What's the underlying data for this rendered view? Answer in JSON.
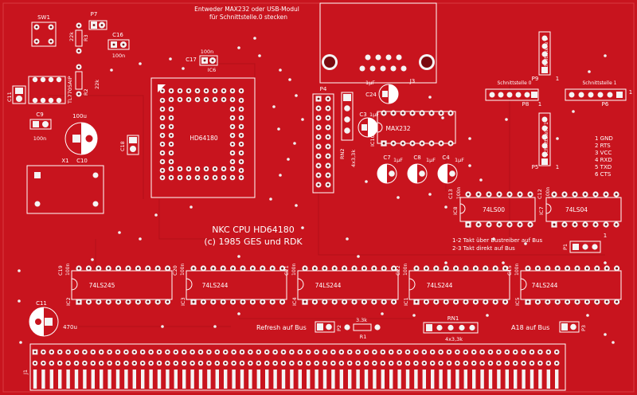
{
  "board": {
    "title_line1": "NKC CPU HD64180",
    "title_line2": "(c) 1985 GES und RDK",
    "note_top_line1": "Entweder MAX232 oder USB-Modul",
    "note_top_line2": "für Schnittstelle.0 stecken",
    "jumper_note_line1": "1-2 Takt über Bustreiber auf Bus",
    "jumper_note_line2": "2-3 Takt direkt auf Bus",
    "refresh_label": "Refresh auf Bus",
    "a18_label": "A18 auf Bus"
  },
  "legend": {
    "pins": [
      "1 GND",
      "2 RTS",
      "3 VCC",
      "4 RXD",
      "5 TXD",
      "6 CTS"
    ]
  },
  "components": {
    "sw1": "SW1",
    "p7": "P7",
    "r3_val": "22k",
    "r3": "R3",
    "c16": "C16",
    "c16_val": "100n",
    "c17": "C17",
    "c17_val": "100n",
    "ic6": "IC6",
    "tl7705": "TL7705AIP",
    "r2": "R2",
    "r2_val": "22k",
    "c11_top": "C11",
    "c9": "C9",
    "c9_val": "100n",
    "c10": "C10",
    "c10_val": "100u",
    "c18": "C18",
    "x1": "X1",
    "cpu": "HD64180",
    "p4": "P4",
    "rn2": "RN2",
    "rn2_val": "4x3,3k",
    "c3": "C3",
    "c3_val": "1µF",
    "c24": "C24",
    "c24_val": "1µF",
    "j3": "J3",
    "max232": "MAX232",
    "ic10": "IC10",
    "c7": "C7",
    "c7_val": "1µF",
    "c8": "C8",
    "c8_val": "1µF",
    "c4": "C4",
    "c4_val": "1µF",
    "p9": "P9",
    "p9_title": "Schnittstelle 0",
    "p8": "P8",
    "p8_title": "Schnittstelle 0",
    "p6": "P6",
    "p6_title": "Schnittstelle 1",
    "p5": "P5",
    "p5_title": "Schnittstelle 1",
    "c13": "C13",
    "c13_val": "100n",
    "c12": "C12",
    "c12_val": "100n",
    "ic8": "IC8",
    "ic8_chip": "74LS00",
    "ic7": "IC7",
    "ic7_chip": "74LS04",
    "p1": "P1",
    "c19": "C19",
    "c19_val": "100n",
    "c20": "C20",
    "c20_val": "100n",
    "c21": "C21",
    "c21_val": "100n",
    "c22": "C22",
    "c22_val": "100n",
    "c15": "C15",
    "c15_val": "100n",
    "ic2": "IC2",
    "ic2_chip": "74LS245",
    "ic3": "IC3",
    "ic3_chip": "74LS244",
    "ic4": "IC4",
    "ic4_chip": "74LS244",
    "ic1": "IC1",
    "ic1_chip": "74LS244",
    "ic5": "IC5",
    "ic5_chip": "74LS244",
    "c11_bottom": "C11",
    "c11_val": "470u",
    "p2": "P2",
    "r1": "R1",
    "r1_val": "3.3k",
    "rn1": "RN1",
    "rn1_val": "4x3,3k",
    "p3": "P3",
    "j1": "J1",
    "pin1": "1"
  },
  "colors": {
    "board": "#c8141e",
    "silkscreen": "#ffffff",
    "copper_pad": "#f4f4f4",
    "drill": "#7a0a10"
  }
}
